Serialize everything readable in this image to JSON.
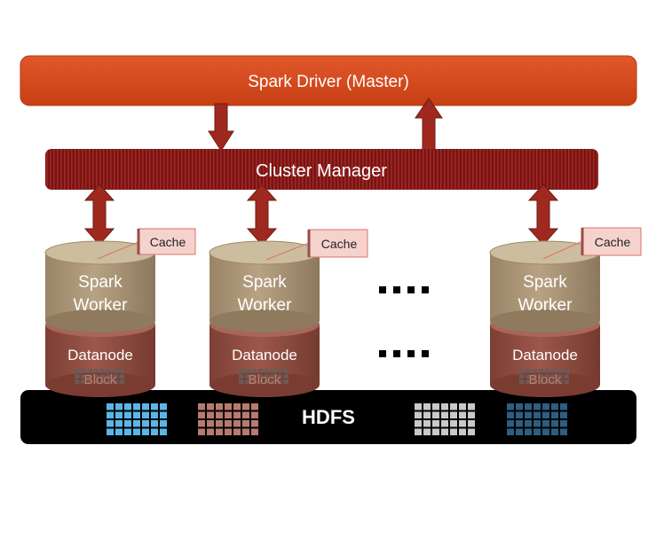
{
  "driver": {
    "label": "Spark Driver (Master)"
  },
  "cluster_manager": {
    "label": "Cluster Manager"
  },
  "workers": [
    {
      "top_label_1": "Spark",
      "top_label_2": "Worker",
      "bottom_label": "Datanode",
      "block_label": "Block",
      "cache_label": "Cache"
    },
    {
      "top_label_1": "Spark",
      "top_label_2": "Worker",
      "bottom_label": "Datanode",
      "block_label": "Block",
      "cache_label": "Cache"
    },
    {
      "top_label_1": "Spark",
      "top_label_2": "Worker",
      "bottom_label": "Datanode",
      "block_label": "Block",
      "cache_label": "Cache"
    }
  ],
  "hdfs": {
    "label": "HDFS"
  },
  "colors": {
    "driver": "#d4461a",
    "cluster_manager": "#7b1212",
    "arrow": "#a0291f",
    "worker_top": "#a99475",
    "datanode": "#8f4b3e",
    "cache_fill": "#f6d2cd",
    "cache_border": "#d9736b",
    "hdfs_bar": "#000000",
    "grid_blue": "#5bb5e6",
    "grid_rose": "#b77a70",
    "grid_gray": "#c9c9c9",
    "grid_navy": "#2d5d80"
  }
}
